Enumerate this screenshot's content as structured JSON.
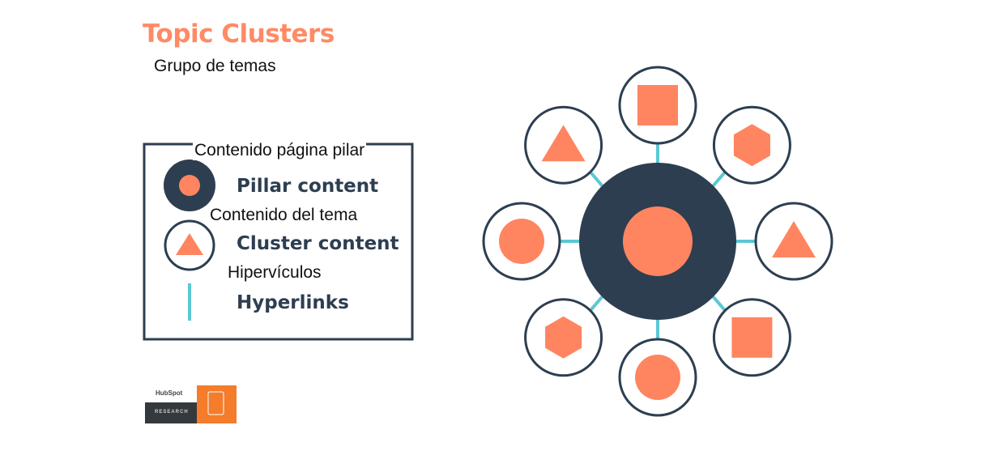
{
  "title": "Topic Clusters",
  "subtitle": "Grupo de temas",
  "legend": {
    "pillar": {
      "es": "Contenido página pilar",
      "en": "Pillar content"
    },
    "cluster": {
      "es": "Contenido del  tema",
      "en": "Cluster content"
    },
    "hyperlinks": {
      "es": "Hipervículos",
      "en": "Hyperlinks"
    }
  },
  "logo": {
    "brand": "HubSpot",
    "label": "RESEARCH"
  },
  "colors": {
    "dark": "#2d3e50",
    "orange": "#ff8560",
    "teal": "#5bc8d4",
    "logo_orange": "#f47c2b"
  },
  "satellites": [
    "square",
    "hexagon",
    "triangle",
    "square",
    "circle",
    "hexagon",
    "circle",
    "triangle"
  ]
}
